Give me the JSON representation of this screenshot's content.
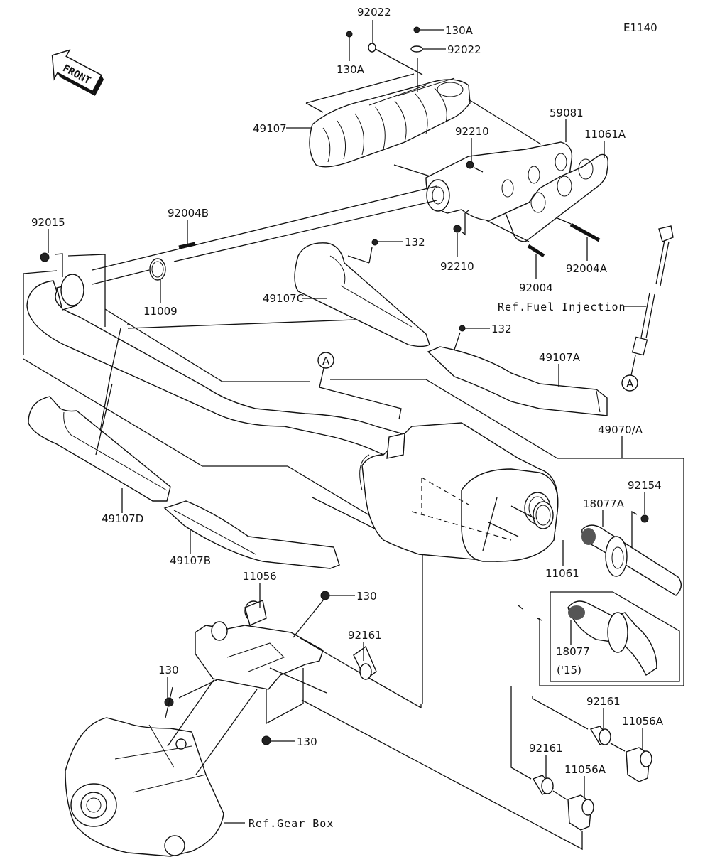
{
  "diagram_code": "E1140",
  "front_indicator": "FRONT",
  "references": {
    "fuel_injection": "Ref.Fuel Injection",
    "gear_box": "Ref.Gear Box"
  },
  "callout_marker": "A",
  "part_labels": {
    "p92022_a": "92022",
    "p130A_a": "130A",
    "p130A_b": "130A",
    "p92022_b": "92022",
    "p49107": "49107",
    "p59081": "59081",
    "p11061A": "11061A",
    "p92210_a": "92210",
    "p92015": "92015",
    "p92004B": "92004B",
    "p11009": "11009",
    "p132_a": "132",
    "p49107C": "49107C",
    "p92210_b": "92210",
    "p92004": "92004",
    "p92004A": "92004A",
    "p132_b": "132",
    "p49107A": "49107A",
    "p49070A": "49070/A",
    "p92154": "92154",
    "p18077A": "18077A",
    "p11061": "11061",
    "p49107D": "49107D",
    "p49107B": "49107B",
    "p11056": "11056",
    "p130_a": "130",
    "p92161_a": "92161",
    "p130_b": "130",
    "p130_c": "130",
    "p18077": "18077",
    "p18077_year": "('15)",
    "p92161_b": "92161",
    "p11056A_a": "11056A",
    "p92161_c": "92161",
    "p11056A_b": "11056A"
  }
}
